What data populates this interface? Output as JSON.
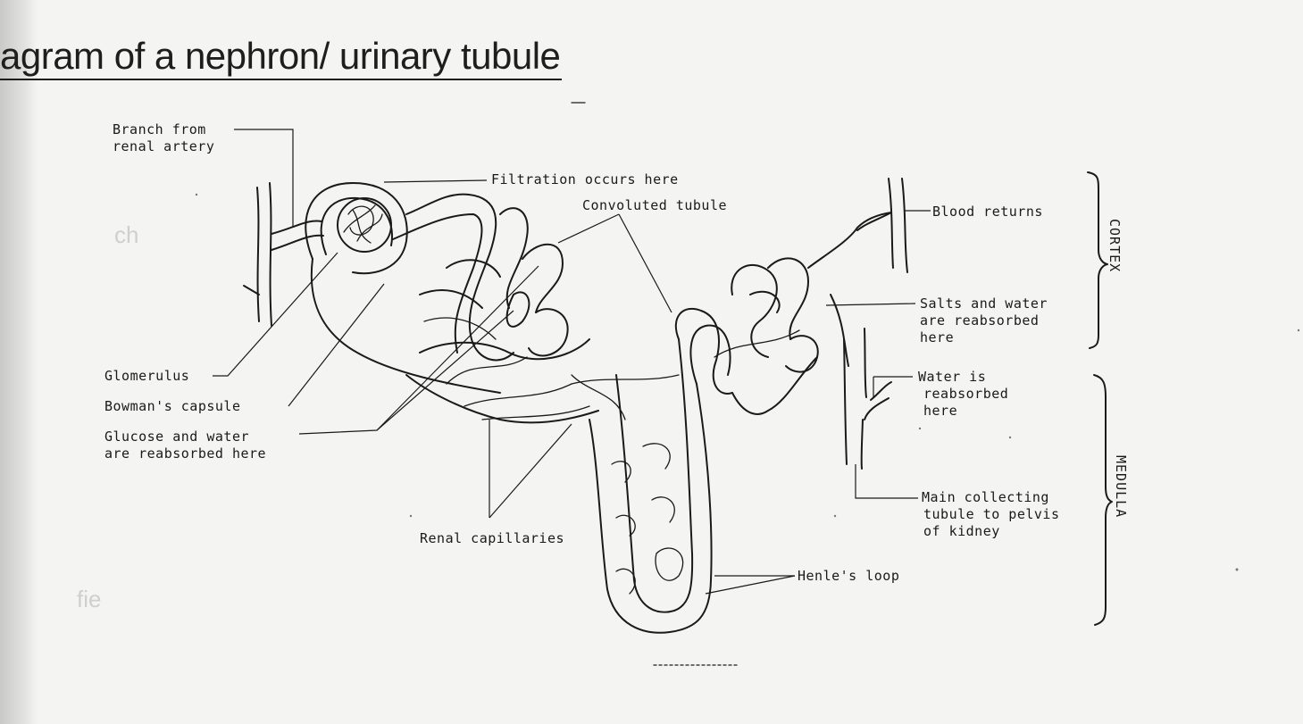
{
  "title": "agram of a nephron/ urinary tubule",
  "labels": {
    "branch_line1": "Branch from",
    "branch_line2": "renal artery",
    "filtration": "Filtration occurs here",
    "convoluted": "Convoluted tubule",
    "blood_returns": "Blood returns",
    "salts_line1": "Salts and water",
    "salts_line2": "are reabsorbed",
    "salts_line3": "here",
    "water_line1": "Water is",
    "water_line2": "reabsorbed",
    "water_line3": "here",
    "collecting_line1": "Main collecting",
    "collecting_line2": "tubule to pelvis",
    "collecting_line3": "of kidney",
    "henle": "Henle's loop",
    "renal_capillaries": "Renal capillaries",
    "glomerulus": "Glomerulus",
    "bowman": "Bowman's capsule",
    "glucose_line1": "Glucose and water",
    "glucose_line2": "are reabsorbed here"
  },
  "zones": {
    "cortex": "CORTEX",
    "medulla": "MEDULLA"
  },
  "ghost_text": {
    "ghost_1": "ch",
    "ghost_2": "fie"
  },
  "colors": {
    "ink": "#1a1a1a",
    "paper": "#f4f4f2"
  }
}
